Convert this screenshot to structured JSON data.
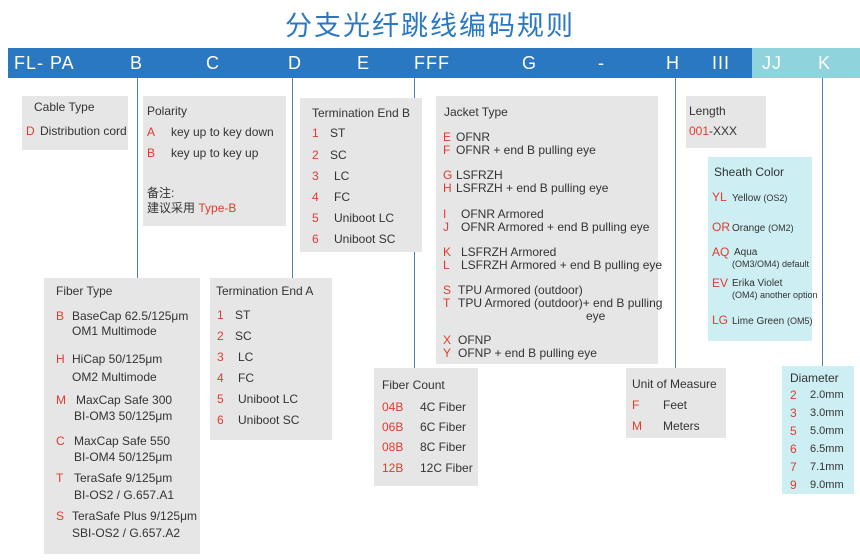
{
  "title": "分支光纤跳线编码规则",
  "code_bar": [
    "FL- PA",
    "B",
    "C",
    "D",
    "E",
    "FFF",
    "G",
    "-",
    "H",
    "III",
    "JJ",
    "K"
  ],
  "cable_type": {
    "heading": "Cable Type",
    "items": [
      {
        "code": "D",
        "label": "Distribution cord"
      }
    ]
  },
  "polarity": {
    "heading": "Polarity",
    "items": [
      {
        "code": "A",
        "label": "key up to key down"
      },
      {
        "code": "B",
        "label": "key up to key up"
      }
    ],
    "note_label": "备注:",
    "note_text": "建议采用",
    "note_value": "Type-B"
  },
  "term_b": {
    "heading": "Termination End B",
    "items": [
      {
        "code": "1",
        "label": "ST"
      },
      {
        "code": "2",
        "label": "SC"
      },
      {
        "code": "3",
        "label": "LC"
      },
      {
        "code": "4",
        "label": "FC"
      },
      {
        "code": "5",
        "label": "Uniboot LC"
      },
      {
        "code": "6",
        "label": "Uniboot SC"
      }
    ]
  },
  "jacket": {
    "heading": "Jacket Type",
    "items": [
      {
        "code": "E",
        "label": "OFNR"
      },
      {
        "code": "F",
        "label": "OFNR + end B pulling eye"
      },
      {
        "code": "G",
        "label": "LSFRZH"
      },
      {
        "code": "H",
        "label": "LSFRZH + end B pulling eye"
      },
      {
        "code": "I",
        "label": "OFNR Armored"
      },
      {
        "code": "J",
        "label": "OFNR Armored + end B pulling eye"
      },
      {
        "code": "K",
        "label": "LSFRZH Armored"
      },
      {
        "code": "L",
        "label": "LSFRZH Armored + end B pulling eye"
      },
      {
        "code": "S",
        "label": "TPU Armored (outdoor)"
      },
      {
        "code": "T",
        "label": "TPU Armored (outdoor)+ end B pulling",
        "label2": "eye"
      },
      {
        "code": "X",
        "label": "OFNP"
      },
      {
        "code": "Y",
        "label": "OFNP + end B pulling eye"
      }
    ]
  },
  "length": {
    "heading": "Length",
    "code": "001",
    "suffix": "-XXX"
  },
  "sheath": {
    "heading": "Sheath Color",
    "items": [
      {
        "code": "YL",
        "label": "Yellow",
        "sub": "(OS2)"
      },
      {
        "code": "OR",
        "label": "Orange",
        "sub": "(OM2)"
      },
      {
        "code": "AQ",
        "label": "Aqua",
        "sub": "(OM3/OM4) default"
      },
      {
        "code": "EV",
        "label": "Erika Violet",
        "sub": "(OM4) another option"
      },
      {
        "code": "LG",
        "label": "Lime Green",
        "sub": "(OM5)"
      }
    ]
  },
  "fiber_type": {
    "heading": "Fiber Type",
    "items": [
      {
        "code": "B",
        "line1": "BaseCap 62.5/125μm",
        "line2": "OM1 Multimode"
      },
      {
        "code": "H",
        "line1": "HiCap 50/125μm",
        "line2": "OM2 Multimode"
      },
      {
        "code": "M",
        "line1": "MaxCap Safe 300",
        "line2": "BI-OM3 50/125μm"
      },
      {
        "code": "C",
        "line1": "MaxCap Safe 550",
        "line2": "BI-OM4 50/125μm"
      },
      {
        "code": "T",
        "line1": "TeraSafe 9/125μm",
        "line2": "BI-OS2 / G.657.A1"
      },
      {
        "code": "S",
        "line1": "TeraSafe Plus 9/125μm",
        "line2": "SBI-OS2 / G.657.A2"
      }
    ]
  },
  "term_a": {
    "heading": "Termination End A",
    "items": [
      {
        "code": "1",
        "label": "ST"
      },
      {
        "code": "2",
        "label": "SC"
      },
      {
        "code": "3",
        "label": "LC"
      },
      {
        "code": "4",
        "label": "FC"
      },
      {
        "code": "5",
        "label": "Uniboot LC"
      },
      {
        "code": "6",
        "label": "Uniboot SC"
      }
    ]
  },
  "fiber_count": {
    "heading": "Fiber Count",
    "items": [
      {
        "code": "04B",
        "label": "4C Fiber"
      },
      {
        "code": "06B",
        "label": "6C Fiber"
      },
      {
        "code": "08B",
        "label": "8C Fiber"
      },
      {
        "code": "12B",
        "label": "12C Fiber"
      }
    ]
  },
  "unit": {
    "heading": "Unit of Measure",
    "items": [
      {
        "code": "F",
        "label": "Feet"
      },
      {
        "code": "M",
        "label": "Meters"
      }
    ]
  },
  "diameter": {
    "heading": "Diameter",
    "items": [
      {
        "code": "2",
        "label": "2.0mm"
      },
      {
        "code": "3",
        "label": "3.0mm"
      },
      {
        "code": "5",
        "label": "5.0mm"
      },
      {
        "code": "6",
        "label": "6.5mm"
      },
      {
        "code": "7",
        "label": "7.1mm"
      },
      {
        "code": "9",
        "label": "9.0mm"
      }
    ]
  }
}
